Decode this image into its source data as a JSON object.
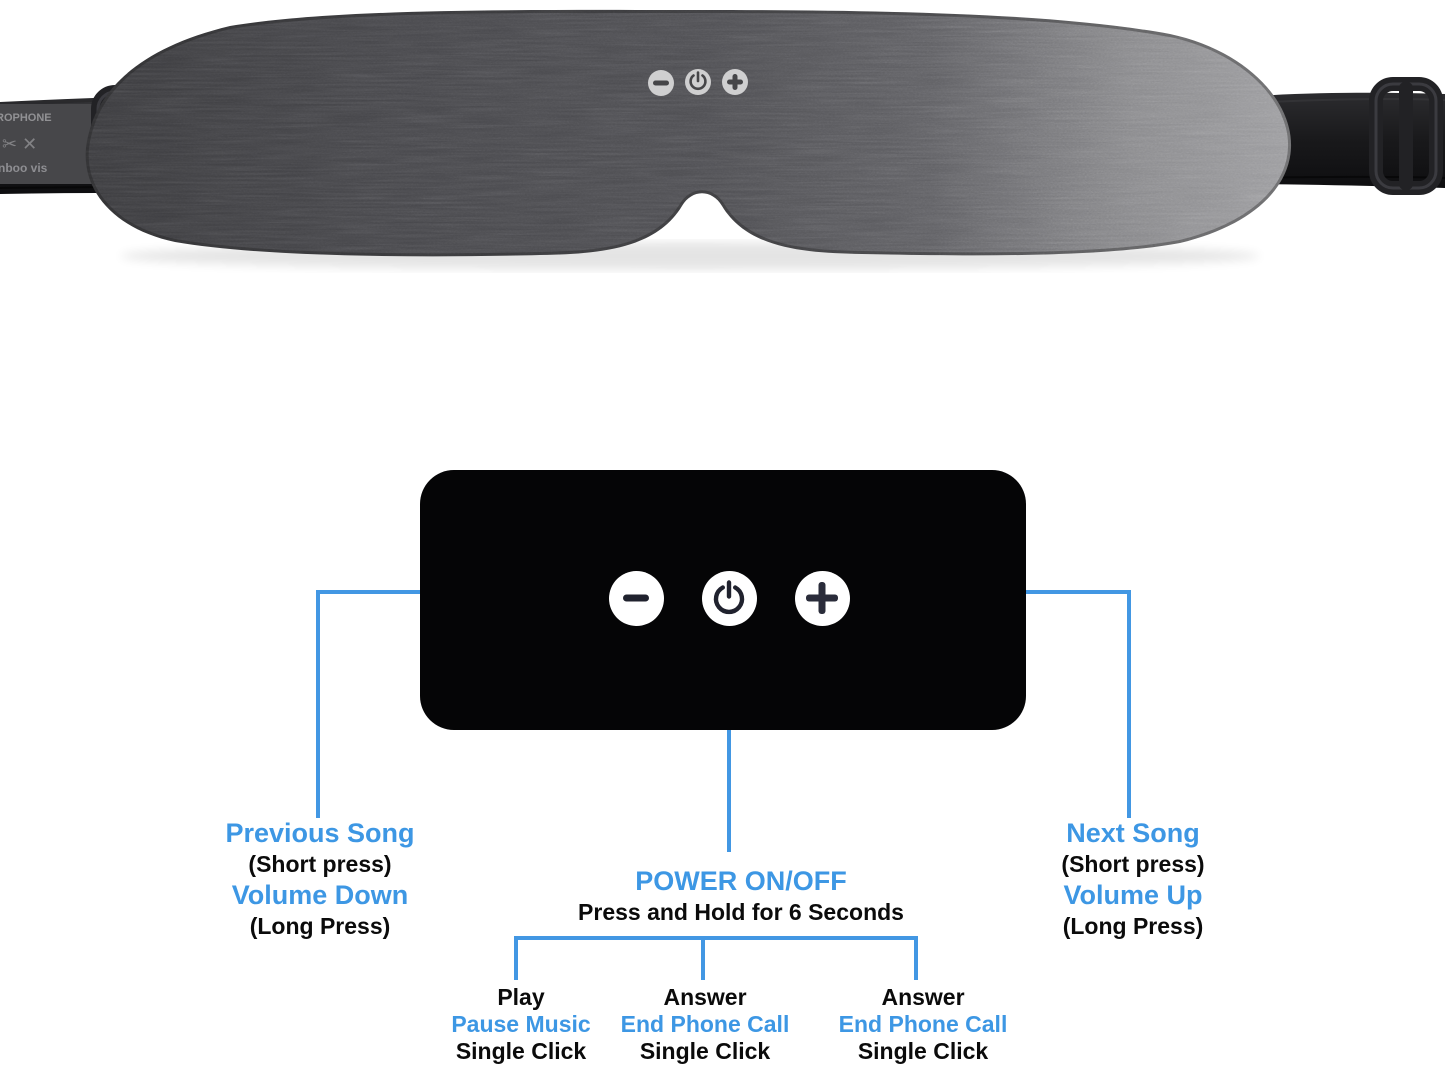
{
  "colors": {
    "accent_blue": "#4297e3",
    "text_black": "#0b0b0b",
    "panel_black": "#050506",
    "button_white": "#ffffff",
    "mask_dark_gray": "#3b3b3e",
    "mask_light_gray": "#9c9c9f"
  },
  "mask": {
    "buttons": [
      {
        "icon": "minus-icon"
      },
      {
        "icon": "power-icon"
      },
      {
        "icon": "plus-icon"
      }
    ],
    "strap_tag": {
      "line1": "ROPHONE",
      "care_symbols": "✂ ✕",
      "line2": "nboo vis"
    }
  },
  "panel": {
    "buttons": [
      {
        "icon": "minus-icon"
      },
      {
        "icon": "power-icon"
      },
      {
        "icon": "plus-icon"
      }
    ]
  },
  "callouts": {
    "left": {
      "title1": "Previous Song",
      "sub1": "(Short press)",
      "title2": "Volume Down",
      "sub2": "(Long Press)"
    },
    "center": {
      "title": "POWER ON/OFF",
      "subtitle": "Press and Hold for 6 Seconds"
    },
    "right": {
      "title1": "Next Song",
      "sub1": "(Short press)",
      "title2": "Volume Up",
      "sub2": "(Long Press)"
    },
    "columns": [
      {
        "line1": "Play",
        "line2": "Pause Music",
        "line3": "Single Click"
      },
      {
        "line1": "Answer",
        "line2": "End Phone Call",
        "line3": "Single Click"
      },
      {
        "line1": "Answer",
        "line2": "End Phone Call",
        "line3": "Single Click"
      }
    ]
  }
}
